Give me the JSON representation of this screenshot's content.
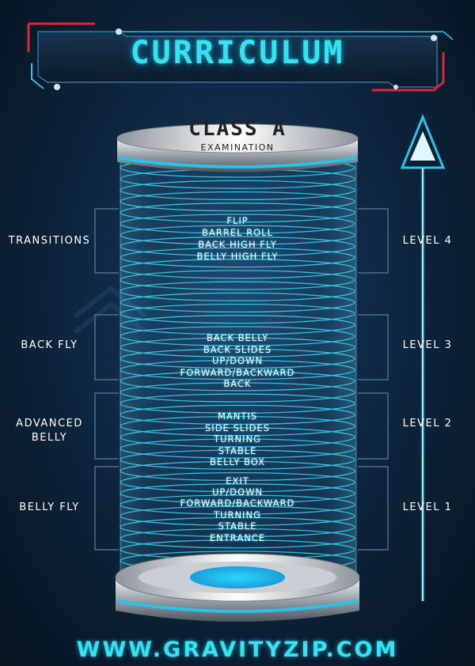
{
  "header": {
    "title": "CURRICULUM"
  },
  "class": {
    "title": "CLASS A",
    "subtitle": "EXAMINATION"
  },
  "levels": [
    {
      "left_label": "TRANSITIONS",
      "right_label": "LEVEL 4",
      "skills": [
        "FLIP",
        "BARREL ROLL",
        "BACK HIGH FLY",
        "BELLY HIGH FLY"
      ]
    },
    {
      "left_label": "BACK FLY",
      "right_label": "LEVEL 3",
      "skills": [
        "BACK BELLY",
        "BACK SLIDES",
        "UP/DOWN",
        "FORWARD/BACKWARD",
        "BACK"
      ]
    },
    {
      "left_label": "ADVANCED\nBELLY",
      "right_label": "LEVEL 2",
      "skills": [
        "MANTIS",
        "SIDE SLIDES",
        "TURNING",
        "STABLE",
        "BELLY BOX"
      ]
    },
    {
      "left_label": "BELLY FLY",
      "right_label": "LEVEL 1",
      "skills": [
        "EXIT",
        "UP/DOWN",
        "FORWARD/BACKWARD",
        "TURNING",
        "STABLE",
        "ENTRANCE"
      ]
    }
  ],
  "footer": {
    "url": "WWW.GRAVITYZIP.COM"
  },
  "colors": {
    "accent": "#37e2f0",
    "frame_red": "#d9263a",
    "glow": "#2bc2e8"
  },
  "icons": {
    "arrow": "up-arrow-icon"
  }
}
